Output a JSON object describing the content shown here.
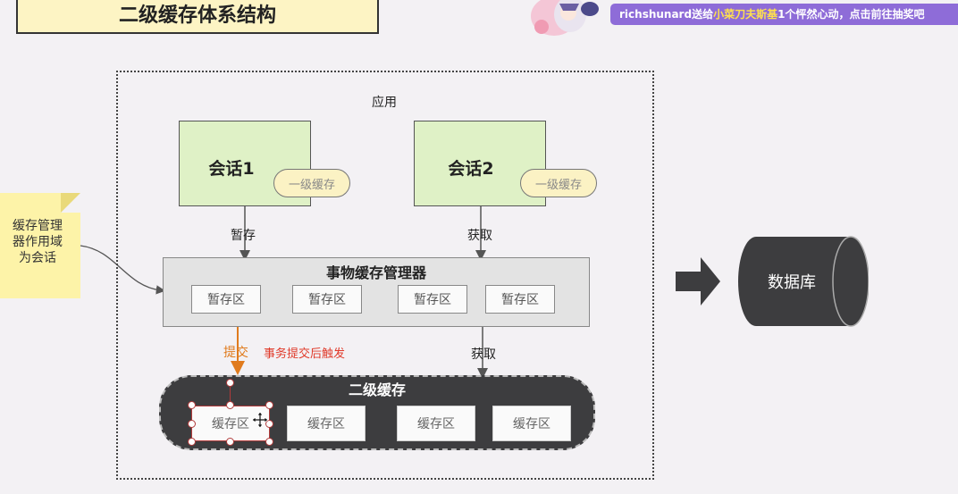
{
  "title": "二级缓存体系结构",
  "banner": {
    "user": "richshunard",
    "action": "送给",
    "target": "小菜刀夫斯基",
    "gift": "1个怦然心动，点击前往抽奖吧"
  },
  "diagram": {
    "app_label": "应用",
    "sessions": [
      {
        "title": "会话1",
        "cache": "一级缓存",
        "arrow_label": "暂存"
      },
      {
        "title": "会话2",
        "cache": "一级缓存",
        "arrow_label": "获取"
      }
    ],
    "tx_manager": {
      "title": "事物缓存管理器",
      "areas": [
        "暂存区",
        "暂存区",
        "暂存区",
        "暂存区"
      ]
    },
    "commit_label": "提交",
    "commit_note": "事务提交后触发",
    "fetch_label": "获取",
    "l2cache": {
      "title": "二级缓存",
      "areas": [
        "缓存区",
        "缓存区",
        "缓存区",
        "缓存区"
      ]
    },
    "note": [
      "缓存管理",
      "器作用域",
      "为会话"
    ],
    "database": "数据库"
  },
  "colors": {
    "session_fill": "#dff1c6",
    "l1cache_fill": "#fbf2c4",
    "tx_fill": "#e3e3e3",
    "l2_fill": "#3d3d3f",
    "commit_color": "#e07b1d",
    "commit_note_color": "#e03a2a",
    "banner_fill": "#8e6cd8"
  }
}
